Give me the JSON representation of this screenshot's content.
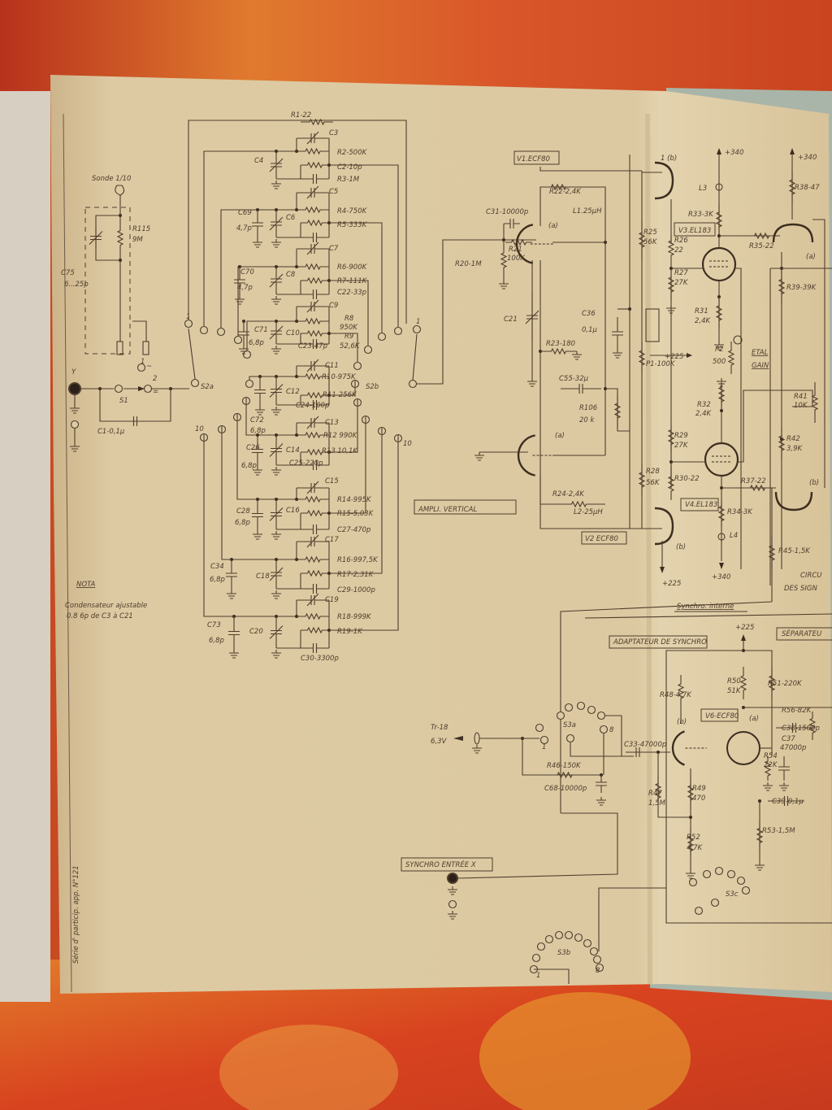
{
  "probe": {
    "title": "Sonde 1/10",
    "r115": "R115",
    "r115_val": "9M",
    "c75": "C75",
    "c75_val": "6...25p"
  },
  "input": {
    "y": "Y",
    "pos1": "1",
    "ac": "~",
    "pos2": "2",
    "dc": "=",
    "s1": "S1",
    "c1": "C1-0,1µ"
  },
  "switch": {
    "s2a": "S2a",
    "s2b": "S2b",
    "s2a_1": "1",
    "s2b_1": "1",
    "s2a_10": "10",
    "s2b_10": "10"
  },
  "attenuator": {
    "r1": "R1-22",
    "c3": "C3",
    "c4": "C4",
    "r2": "R2-500K",
    "c2": "C2-10p",
    "r3": "R3-1M",
    "c5": "C5",
    "c69": "C69",
    "c69_val": "4,7p",
    "c6": "C6",
    "r4": "R4-750K",
    "r5": "R5-333K",
    "c7": "C7",
    "c70": "C70",
    "c70_val": "4,7p",
    "c8": "C8",
    "r6": "R6-900K",
    "r7": "R7-111K",
    "c22": "C22-33p",
    "c9": "C9",
    "c71": "C71",
    "c71_val": "6,8p",
    "c10": "C10",
    "r8": "R8",
    "r8_val": "950K",
    "r9": "R9",
    "r9_val": "52,6K",
    "c23": "C23-47p",
    "c11": "C11",
    "r10": "R10-975K",
    "c12": "C12",
    "r11": "R11-256K",
    "c24": "C24-100p",
    "c72": "C72",
    "c72_val": "6,8p",
    "c13": "C13",
    "r12": "R12 990K",
    "c26": "C26",
    "c26_val": "6,8p",
    "c14": "C14",
    "r13": "R13 10,1K",
    "c25": "C25-220p",
    "c15": "C15",
    "c28": "C28",
    "c28_val": "6,8p",
    "c16": "C16",
    "r14": "R14-995K",
    "r15": "R15-5,03K",
    "c27": "C27-470p",
    "c17": "C17",
    "c34": "C34",
    "c34_val": "6,8p",
    "c18": "C18",
    "r16": "R16-997,5K",
    "r17": "R17-2,31K",
    "c29": "C29-1000p",
    "c19": "C19",
    "c73": "C73",
    "c73_val": "6,8p",
    "c20": "C20",
    "r18": "R18-999K",
    "r19": "R19-1K",
    "c30": "C30-3300p"
  },
  "nota": {
    "title": "NOTA",
    "line1": "Condensateur ajustable",
    "line2": "0.8 6p de C3 à C21"
  },
  "footer": {
    "series": "Série d' particip. app. N°121"
  },
  "amplifier": {
    "v1": "V1.ECF80",
    "c31": "C31-10000p",
    "r22": "R22-2,4K",
    "l1": "L1.25µH",
    "v1_unit": "(a)",
    "r21": "R21",
    "r21_val": "100K",
    "r20": "R20-1M",
    "c21": "C21",
    "c36": "C36",
    "c36_val": "0,1µ",
    "r23": "R23-180",
    "c55": "C55-32µ",
    "r106": "R106",
    "r106_val": "20 k",
    "v2_unit": "(a)",
    "r24": "R24-2,4K",
    "l2": "L2-25µH",
    "title": "AMPLI. VERTICAL",
    "v2": "V2 ECF80",
    "r25": "R25",
    "r25_val": "56K",
    "r28": "R28",
    "r28_val": "56K",
    "p1": "P1-100K",
    "plus225_a": "+225",
    "plus225_b": "+225",
    "top_unit": "1 (b)",
    "bot_unit": "(b)",
    "r26": "R26",
    "r26_val": "22",
    "r27": "R27",
    "r27_val": "27K",
    "v3": "V3.EL183",
    "plus340_a": "+340",
    "l3": "L3",
    "r33": "R33-3K",
    "r31": "R31",
    "r31_val": "2,4K",
    "p2": "P2",
    "p2_val": "500",
    "etal": "ETAL",
    "gain": "GAIN",
    "plus340_b": "+340",
    "r38": "R38-47",
    "r35": "R35-22",
    "right_unit_a": "(a)",
    "r39": "R39-39K",
    "r41": "R41",
    "r41_val": "10K",
    "r42": "R42",
    "r42_val": "3,9K",
    "r32": "R32",
    "r32_val": "2,4K",
    "r29": "R29",
    "r29_val": "27K",
    "r30": "R30-22",
    "v4": "V4.EL183",
    "r37": "R37-22",
    "right_unit_b": "(b)",
    "r34": "R34-3K",
    "l4": "L4",
    "plus340_c": "+340",
    "r45": "R45-1,5K",
    "circuit": "CIRCU",
    "signals": "DES SIGN",
    "synchro_interne": "Synchro. interne"
  },
  "synchro": {
    "adaptateur": "ADAPTATEUR DE SYNCHRO",
    "plus225": "+225",
    "separateur": "SÉPARATEU",
    "r48": "R48-4,7K",
    "r50": "R50",
    "r50_val": "51K",
    "r51": "R51-220K",
    "v6": "V6-ECF80",
    "unit_b": "(b)",
    "unit_a": "(a)",
    "r56": "R56-82K",
    "c38": "C38-1500p",
    "c37": "C37",
    "c37_val": "47000p",
    "r54": "R54",
    "r54_val": "22K",
    "c33": "C33-47000p",
    "r47": "R47",
    "r47_val": "1,5M",
    "r49": "R49",
    "r49_val": "470",
    "c39": "C39-0,1µ",
    "r52": "R52",
    "r52_val": "4,7K",
    "r53": "R53-1,5M",
    "s3c": "S3c",
    "s3a": "S3a",
    "s3a_1": "1",
    "s3a_8": "8",
    "tr": "Tr-18",
    "tr_val": "6,3V",
    "r46": "R46-150K",
    "c68": "C68-10000p",
    "entree": "SYNCHRO ENTRÉE X",
    "s3b": "S3b",
    "s3b_1": "1",
    "s3b_8": "8"
  },
  "colors": {
    "paper": "#dccaa4",
    "ink": "#4e3d2c",
    "background": "#c84a22"
  }
}
